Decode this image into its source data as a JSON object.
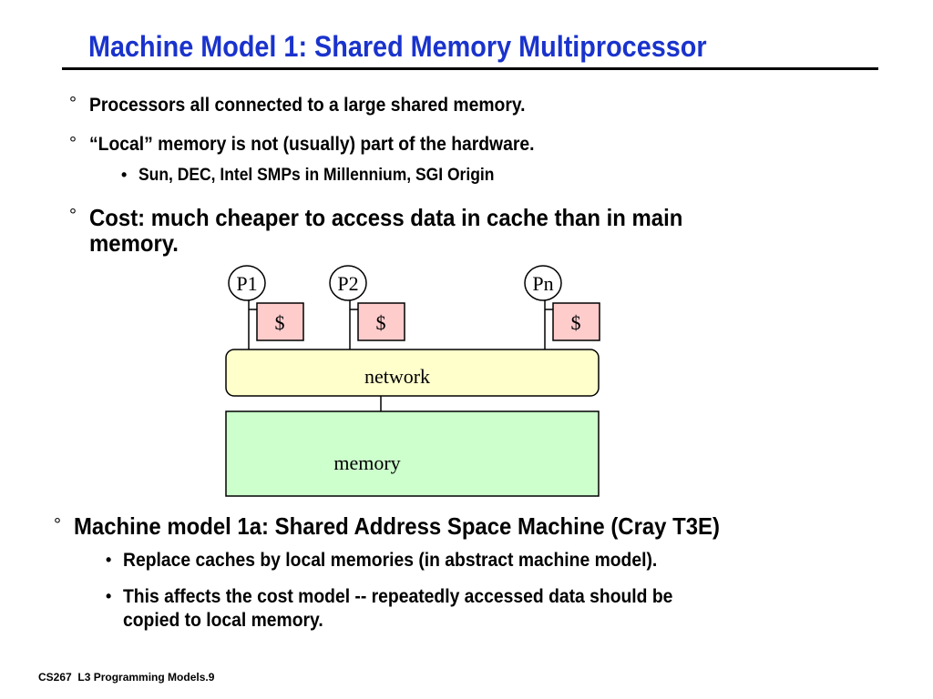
{
  "slide": {
    "title": "Machine Model 1:  Shared Memory Multiprocessor",
    "bullets": [
      {
        "marker": "°",
        "text": "Processors all connected to a large shared memory."
      },
      {
        "marker": "°",
        "text": "“Local” memory is not (usually) part of the hardware."
      },
      {
        "marker": "•",
        "text": "Sun, DEC, Intel SMPs in Millennium, SGI Origin"
      },
      {
        "marker": "°",
        "line1": "Cost: much cheaper to access data in cache than in main",
        "line2": "memory."
      }
    ],
    "bottom_bullets": [
      {
        "marker": "°",
        "text": "Machine model 1a:  Shared Address Space Machine (Cray T3E)"
      },
      {
        "marker": "•",
        "text": "Replace caches by local memories (in abstract machine model)."
      },
      {
        "marker": "•",
        "line1": "This affects the cost model -- repeatedly accessed data should be",
        "line2": "copied to local memory."
      }
    ],
    "footer": "CS267  L3 Programming Models.9"
  },
  "diagram": {
    "processors": [
      "P1",
      "P2",
      "Pn"
    ],
    "cache_label": "$",
    "network_label": "network",
    "memory_label": "memory",
    "colors": {
      "cache_fill": "#ffcccc",
      "network_fill": "#ffffcc",
      "memory_fill": "#ccffcc",
      "processor_fill": "#ffffff",
      "title_color": "#1a33cc"
    }
  }
}
